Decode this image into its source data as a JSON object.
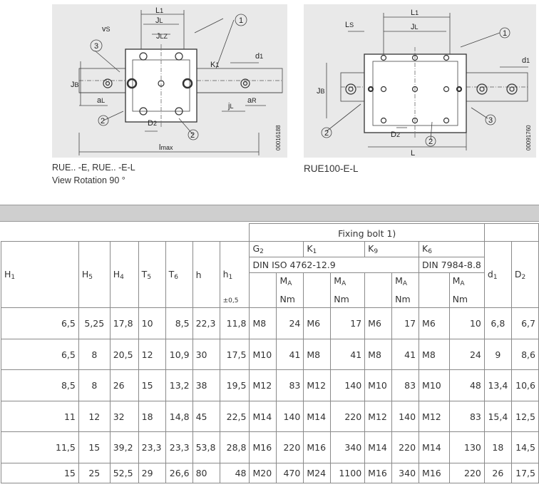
{
  "figure_left": {
    "labels": {
      "L1": "L",
      "JL": "J",
      "JLZ": "J",
      "VS": "v",
      "JB": "J",
      "aL": "a",
      "aR": "a",
      "D2": "D",
      "K1": "K",
      "d1": "d",
      "jL": "j",
      "lmax": "l",
      "c1": "1",
      "c2": "2",
      "c3": "3"
    },
    "subs": {
      "L1": "1",
      "JL": "L",
      "JLZ": "LZ",
      "VS": "S",
      "JB": "B",
      "aL": "L",
      "aR": "R",
      "D2": "2",
      "K1": "1",
      "d1": "1",
      "jL": "L",
      "lmax": "max"
    },
    "code": "00016188"
  },
  "figure_right": {
    "labels": {
      "L1": "L",
      "JL": "J",
      "LS": "L",
      "JB": "J",
      "D2": "D",
      "d1": "d",
      "L": "L",
      "c1": "1",
      "c2": "2",
      "c3": "3"
    },
    "subs": {
      "L1": "1",
      "JL": "L",
      "LS": "S",
      "JB": "B",
      "D2": "2",
      "d1": "1"
    },
    "code": "00091760"
  },
  "captions": {
    "left_line1": "RUE.. -E, RUE.. -E-L",
    "left_line2": "View Rotation 90 °",
    "right": "RUE100-E-L"
  },
  "table": {
    "fixing_bolt": "Fixing bolt 1)",
    "headers": {
      "H1": {
        "b": "H",
        "s": "1"
      },
      "H5": {
        "b": "H",
        "s": "5"
      },
      "H4": {
        "b": "H",
        "s": "4"
      },
      "T5": {
        "b": "T",
        "s": "5"
      },
      "T6": {
        "b": "T",
        "s": "6"
      },
      "h": {
        "b": "h",
        "s": ""
      },
      "h1": {
        "b": "h",
        "s": "1"
      },
      "G2": {
        "b": "G",
        "s": "2"
      },
      "K1": {
        "b": "K",
        "s": "1"
      },
      "K9": {
        "b": "K",
        "s": "9"
      },
      "K6": {
        "b": "K",
        "s": "6"
      },
      "d1": {
        "b": "d",
        "s": "1"
      },
      "D2": {
        "b": "D",
        "s": "2"
      }
    },
    "std_g2": "DIN ISO 4762-12.9",
    "std_k6": "DIN 7984-8.8",
    "tolerance": "±0,5",
    "ma": {
      "b": "M",
      "s": "A"
    },
    "unit": "Nm",
    "rows": [
      [
        "6,5",
        "5,25",
        "17,8",
        "10",
        "8,5",
        "22,3",
        "11,8",
        "M8",
        "24",
        "M6",
        "17",
        "M6",
        "17",
        "M6",
        "10",
        "6,8",
        "6,7"
      ],
      [
        "6,5",
        "8",
        "20,5",
        "12",
        "10,9",
        "30",
        "17,5",
        "M10",
        "41",
        "M8",
        "41",
        "M8",
        "41",
        "M8",
        "24",
        "9",
        "8,6"
      ],
      [
        "8,5",
        "8",
        "26",
        "15",
        "13,2",
        "38",
        "19,5",
        "M12",
        "83",
        "M12",
        "140",
        "M10",
        "83",
        "M10",
        "48",
        "13,4",
        "10,6"
      ],
      [
        "11",
        "12",
        "32",
        "18",
        "14,8",
        "45",
        "22,5",
        "M14",
        "140",
        "M14",
        "220",
        "M12",
        "140",
        "M12",
        "83",
        "15,4",
        "12,5"
      ],
      [
        "11,5",
        "15",
        "39,2",
        "23,3",
        "23,3",
        "53,8",
        "28,8",
        "M16",
        "220",
        "M16",
        "340",
        "M14",
        "220",
        "M14",
        "130",
        "18",
        "14,5"
      ],
      [
        "15",
        "25",
        "52,5",
        "29",
        "26,6",
        "80",
        "48",
        "M20",
        "470",
        "M24",
        "1100",
        "M16",
        "340",
        "M16",
        "220",
        "26",
        "17,5"
      ]
    ]
  }
}
